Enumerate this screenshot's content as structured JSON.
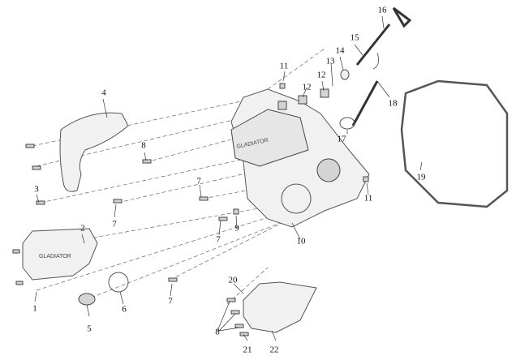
{
  "diagram": {
    "type": "exploded-parts",
    "callouts": [
      "16",
      "15",
      "14",
      "13",
      "12",
      "12",
      "11",
      "4",
      "8",
      "18",
      "17",
      "19",
      "3",
      "7",
      "7",
      "11",
      "7",
      "9",
      "2",
      "10",
      "20",
      "1",
      "6",
      "7",
      "5",
      "8",
      "21",
      "22"
    ],
    "logo_text": "GLADIATOR",
    "colors": {
      "line": "#555555",
      "fill": "#f1f1f1"
    }
  }
}
